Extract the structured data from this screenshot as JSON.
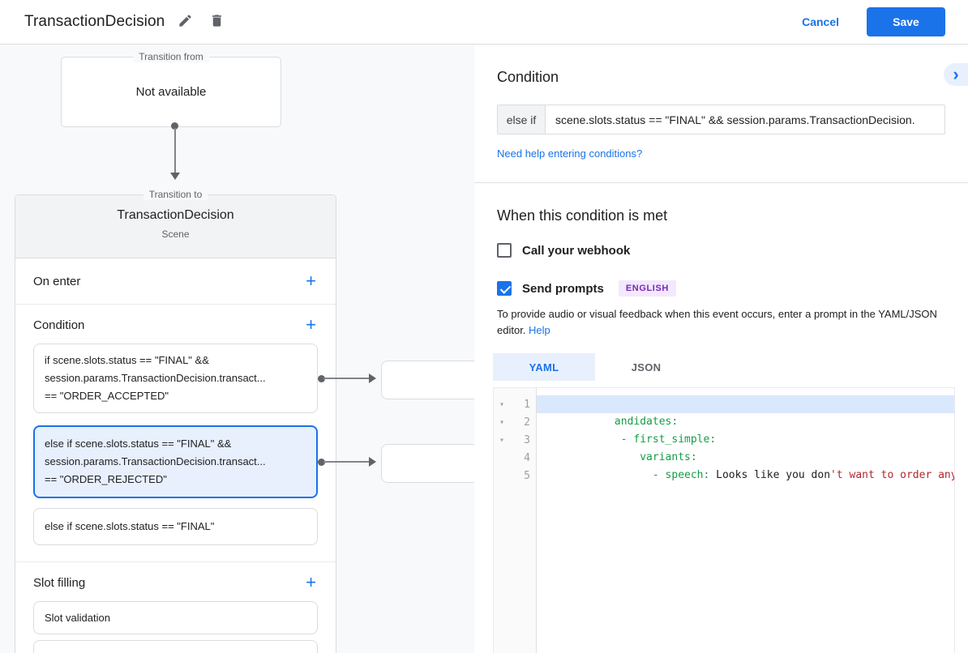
{
  "header": {
    "title": "TransactionDecision",
    "cancel_label": "Cancel",
    "save_label": "Save"
  },
  "icons": {
    "plus": "+",
    "chevron_right": "›",
    "fold": "▾"
  },
  "diagram": {
    "from_box": {
      "legend": "Transition from",
      "text": "Not available"
    },
    "scene": {
      "legend": "Transition to",
      "title": "TransactionDecision",
      "type": "Scene",
      "on_enter_label": "On enter",
      "condition_label": "Condition",
      "condition_cards": [
        {
          "selected": false,
          "lines": [
            "if scene.slots.status == \"FINAL\" &&",
            "session.params.TransactionDecision.transact...",
            "== \"ORDER_ACCEPTED\""
          ]
        },
        {
          "selected": true,
          "lines": [
            "else if scene.slots.status == \"FINAL\" &&",
            "session.params.TransactionDecision.transact...",
            "== \"ORDER_REJECTED\""
          ]
        },
        {
          "selected": false,
          "lines": [
            "else if scene.slots.status == \"FINAL\""
          ]
        }
      ],
      "slot_filling_label": "Slot filling",
      "slot_cards": [
        "Slot validation"
      ]
    }
  },
  "panel": {
    "title": "Condition",
    "condition_input": {
      "prefix": "else if",
      "value": "scene.slots.status == \"FINAL\" && session.params.TransactionDecision."
    },
    "help_link": "Need help entering conditions?",
    "section_title": "When this condition is met",
    "webhook": {
      "label": "Call your webhook",
      "checked": false
    },
    "send_prompts": {
      "label": "Send prompts",
      "checked": true,
      "language_badge": "ENGLISH"
    },
    "helper_text": "To provide audio or visual feedback when this event occurs, enter a prompt in the YAML/JSON editor.",
    "helper_link": "Help",
    "editor": {
      "tabs": [
        {
          "label": "YAML",
          "active": true
        },
        {
          "label": "JSON",
          "active": false
        }
      ],
      "lines": [
        {
          "num": "1",
          "fold": "▾",
          "highlight": true,
          "segments": [
            {
              "t": "andidates:",
              "c": "key"
            }
          ]
        },
        {
          "num": "2",
          "fold": "▾",
          "segments": [
            {
              "t": " - first_simple:",
              "c": "key"
            }
          ]
        },
        {
          "num": "3",
          "fold": "▾",
          "segments": [
            {
              "t": "    variants:",
              "c": "key"
            }
          ]
        },
        {
          "num": "4",
          "segments": [
            {
              "t": "      - speech:",
              "c": "key"
            },
            {
              "t": " Looks like you don",
              "c": "plain"
            },
            {
              "t": "'t want to order anyt",
              "c": "str"
            }
          ]
        },
        {
          "num": "5",
          "segments": []
        }
      ]
    }
  },
  "colors": {
    "accent": "#1a73e8",
    "selected_card_bg": "#e8f0fe",
    "badge_bg": "#f3e8fd",
    "badge_text": "#7627bb",
    "code_key": "#169c46",
    "code_string": "#b0262d",
    "canvas_bg": "#f8f9fa"
  }
}
